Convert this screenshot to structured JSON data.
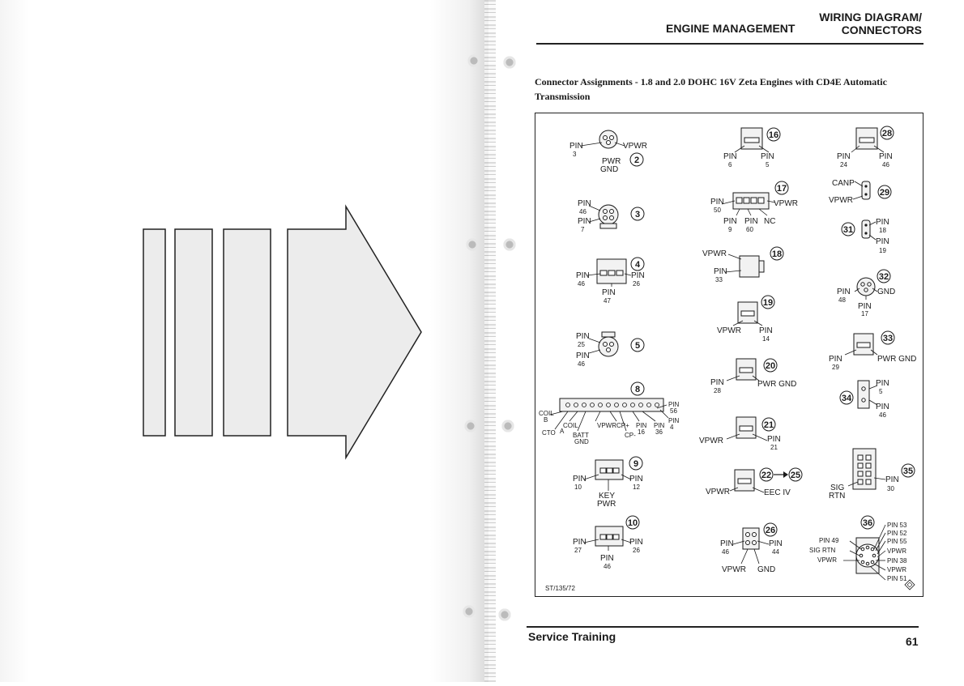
{
  "header": {
    "section": "ENGINE MANAGEMENT",
    "title_line1": "WIRING DIAGRAM/",
    "title_line2": "CONNECTORS"
  },
  "document": {
    "title": "Connector Assignments - 1.8 and 2.0 DOHC 16V Zeta Engines with CD4E Automatic Transmission",
    "figure_ref": "ST/135/72"
  },
  "connectors": {
    "c2": {
      "num": "2",
      "labels": [
        "PIN",
        "3",
        "VPWR",
        "PWR",
        "GND"
      ]
    },
    "c3": {
      "num": "3",
      "labels": [
        "PIN",
        "46",
        "PIN",
        "7"
      ]
    },
    "c4": {
      "num": "4",
      "labels": [
        "PIN",
        "46",
        "PIN",
        "26",
        "PIN",
        "47"
      ]
    },
    "c5": {
      "num": "5",
      "labels": [
        "PIN",
        "25",
        "PIN",
        "46"
      ]
    },
    "c8": {
      "num": "8",
      "labels": [
        "PIN",
        "56",
        "PIN",
        "4",
        "COIL",
        "B",
        "CTO",
        "COIL",
        "A",
        "BATT",
        "GND",
        "VPWR",
        "CP+",
        "CP-",
        "PIN",
        "16",
        "PIN",
        "36"
      ]
    },
    "c9": {
      "num": "9",
      "labels": [
        "PIN",
        "10",
        "PIN",
        "12",
        "KEY",
        "PWR"
      ]
    },
    "c10": {
      "num": "10",
      "labels": [
        "PIN",
        "27",
        "PIN",
        "26",
        "PIN",
        "46"
      ]
    },
    "c16": {
      "num": "16",
      "labels": [
        "PIN",
        "6",
        "PIN",
        "5"
      ]
    },
    "c17": {
      "num": "17",
      "labels": [
        "PIN",
        "50",
        "VPWR",
        "PIN",
        "9",
        "PIN",
        "60",
        "NC"
      ]
    },
    "c18": {
      "num": "18",
      "labels": [
        "VPWR",
        "PIN",
        "33"
      ]
    },
    "c19": {
      "num": "19",
      "labels": [
        "VPWR",
        "PIN",
        "14"
      ]
    },
    "c20": {
      "num": "20",
      "labels": [
        "PIN",
        "28",
        "PWR GND"
      ]
    },
    "c21": {
      "num": "21",
      "labels": [
        "VPWR",
        "PIN",
        "21"
      ]
    },
    "c22": {
      "num": "22",
      "to": "25",
      "labels": [
        "VPWR",
        "EEC IV"
      ]
    },
    "c26": {
      "num": "26",
      "labels": [
        "PIN",
        "46",
        "PIN",
        "44",
        "VPWR",
        "GND"
      ]
    },
    "c28": {
      "num": "28",
      "labels": [
        "PIN",
        "24",
        "PIN",
        "46"
      ]
    },
    "c29": {
      "num": "29",
      "labels": [
        "CANP",
        "VPWR"
      ]
    },
    "c31": {
      "num": "31",
      "labels": [
        "PIN",
        "18",
        "PIN",
        "19"
      ]
    },
    "c32": {
      "num": "32",
      "labels": [
        "PIN",
        "48",
        "GND",
        "PIN",
        "17"
      ]
    },
    "c33": {
      "num": "33",
      "labels": [
        "PIN",
        "29",
        "PWR GND"
      ]
    },
    "c34": {
      "num": "34",
      "labels": [
        "PIN",
        "5",
        "PIN",
        "46"
      ]
    },
    "c35": {
      "num": "35",
      "labels": [
        "SIG",
        "RTN",
        "PIN",
        "30"
      ]
    },
    "c36": {
      "num": "36",
      "labels": [
        "PIN 53",
        "PIN 52",
        "PIN 55",
        "VPWR",
        "PIN 38",
        "VPWR",
        "PIN 51",
        "PIN 49",
        "SIG RTN",
        "VPWR"
      ]
    }
  },
  "footer": {
    "left": "Service Training",
    "page_number": "61"
  },
  "colors": {
    "ink": "#1a1a1a",
    "arrow_fill": "#e9e9e9"
  }
}
